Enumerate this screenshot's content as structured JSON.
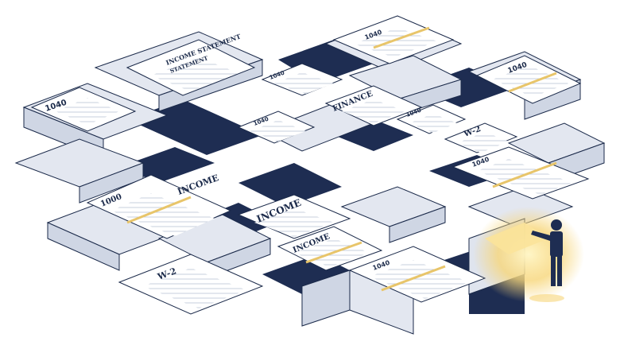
{
  "scene": {
    "description_kind": "isometric maze of tax documents",
    "colors": {
      "paper": "#ffffff",
      "wall_light": "#e3e7f0",
      "wall_dark": "#1e2d52",
      "ink": "#1b2a4a",
      "accent": "#e8c56a",
      "glow": "#f7d67a"
    }
  },
  "documents": [
    {
      "label": "1040"
    },
    {
      "label": "INCOME STATEMENT"
    },
    {
      "label": "STATEMENT"
    },
    {
      "label": "1040"
    },
    {
      "label": "1040"
    },
    {
      "label": "FINANCE"
    },
    {
      "label": "1040"
    },
    {
      "label": "W-2"
    },
    {
      "label": "1040"
    },
    {
      "label": "INCOME"
    },
    {
      "label": "1000"
    },
    {
      "label": "INCOME"
    },
    {
      "label": "INCOME"
    },
    {
      "label": "W-2"
    },
    {
      "label": "1040"
    },
    {
      "label": "1040"
    },
    {
      "label": "1040"
    }
  ],
  "figure": {
    "icon": "person-silhouette"
  }
}
